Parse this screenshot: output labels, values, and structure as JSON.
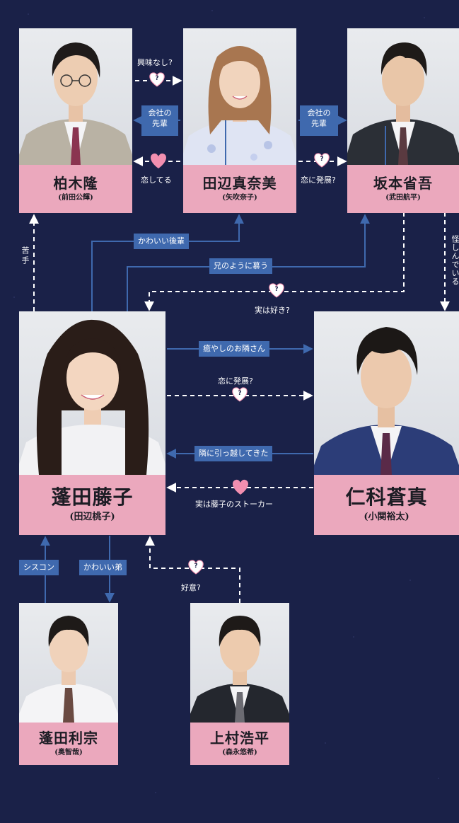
{
  "characters": {
    "kashiwagi": {
      "name": "柏木隆",
      "actor": "(前田公輝)"
    },
    "tanabe": {
      "name": "田辺真奈美",
      "actor": "(矢吹奈子)"
    },
    "sakamoto": {
      "name": "坂本省吾",
      "actor": "(武田航平)"
    },
    "tokoko": {
      "name": "蓬田藤子",
      "actor": "(田辺桃子)"
    },
    "nishina": {
      "name": "仁科蒼真",
      "actor": "(小関裕太)"
    },
    "toshimune": {
      "name": "蓬田利宗",
      "actor": "(奥智哉)"
    },
    "kamimura": {
      "name": "上村浩平",
      "actor": "(森永悠希)"
    }
  },
  "relations": {
    "kyomi_nashi": "興味なし?",
    "senpai_left": "会社の\n先輩",
    "senpai_right": "会社の\n先輩",
    "koishiteru": "恋してる",
    "koi_hatten_top": "恋に発展?",
    "nigate": "苦手",
    "kawaii_kohai": "かわいい後輩",
    "ani_no_you": "兄のように慕う",
    "ayashinde": "怪しんでいる",
    "jitsu_suki": "実は好き?",
    "iyashi": "癒やしのお隣さん",
    "koi_hatten_mid": "恋に発展?",
    "tonari_hikkoshi": "隣に引っ越してきた",
    "stalker": "実は藤子のストーカー",
    "siscon": "シスコン",
    "kawaii_otouto": "かわいい弟",
    "koui": "好意?"
  },
  "colors": {
    "background": "#1a2148",
    "nameplate": "#eba8bd",
    "tag": "#3f69ae",
    "connector_solid": "#3f69ae",
    "connector_dashed": "#ffffff",
    "heart": "#f28fb0"
  },
  "icons": {
    "heart": "heart-icon",
    "heart_question": "heart-question-icon"
  }
}
